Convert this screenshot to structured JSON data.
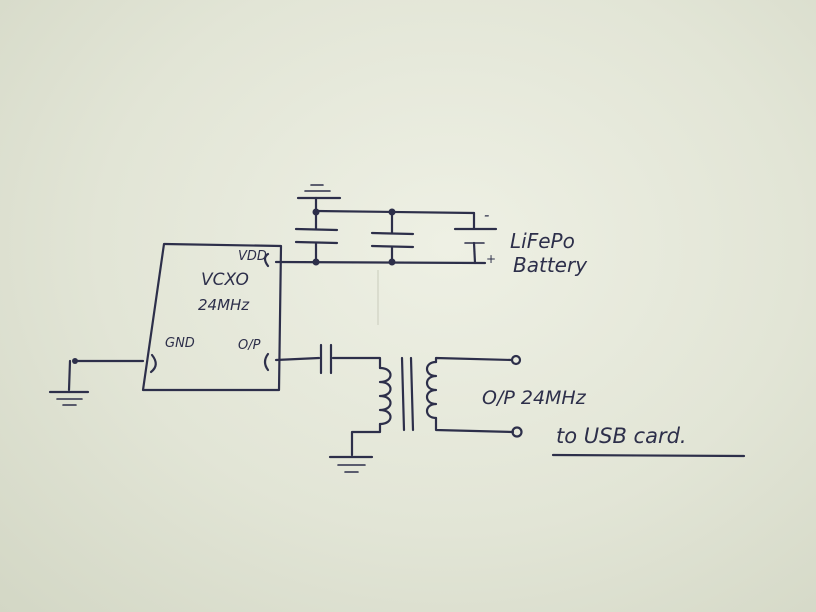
{
  "chip": {
    "pin_vdd": "VDD",
    "name": "VCXO",
    "freq": "24MHz",
    "pin_gnd": "GND",
    "pin_op": "O/P"
  },
  "battery": {
    "line1": "LiFePo",
    "line2": "Battery",
    "minus": "-",
    "plus": "+"
  },
  "output": {
    "line1": "O/P 24MHz",
    "line2": "to USB card."
  },
  "colors": {
    "ink": "#2d2f4a",
    "paper": "#e3e6d8"
  }
}
